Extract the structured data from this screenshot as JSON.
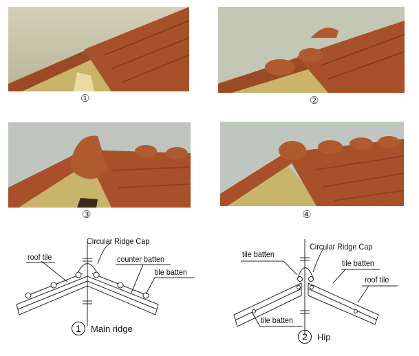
{
  "steps": [
    {
      "marker": "①"
    },
    {
      "marker": "②"
    },
    {
      "marker": "③"
    },
    {
      "marker": "④"
    }
  ],
  "diagram_main": {
    "cap_label": "Circular Ridge Cap",
    "roof_tile": "roof tile",
    "counter_batten": "counter batten",
    "tile_batten": "tile batten",
    "number": "1",
    "title": "Main ridge"
  },
  "diagram_hip": {
    "cap_label": "Circular Ridge Cap",
    "tile_batten_left": "tile batten",
    "tile_batten_right": "tile batten",
    "roof_tile": "roof tile",
    "tile_batten_bottom": "tile batten",
    "number": "2",
    "title": "Hip"
  },
  "colors": {
    "tile": "#a8502a",
    "sky": "#c9c7b0",
    "wood": "#c9b46a"
  }
}
